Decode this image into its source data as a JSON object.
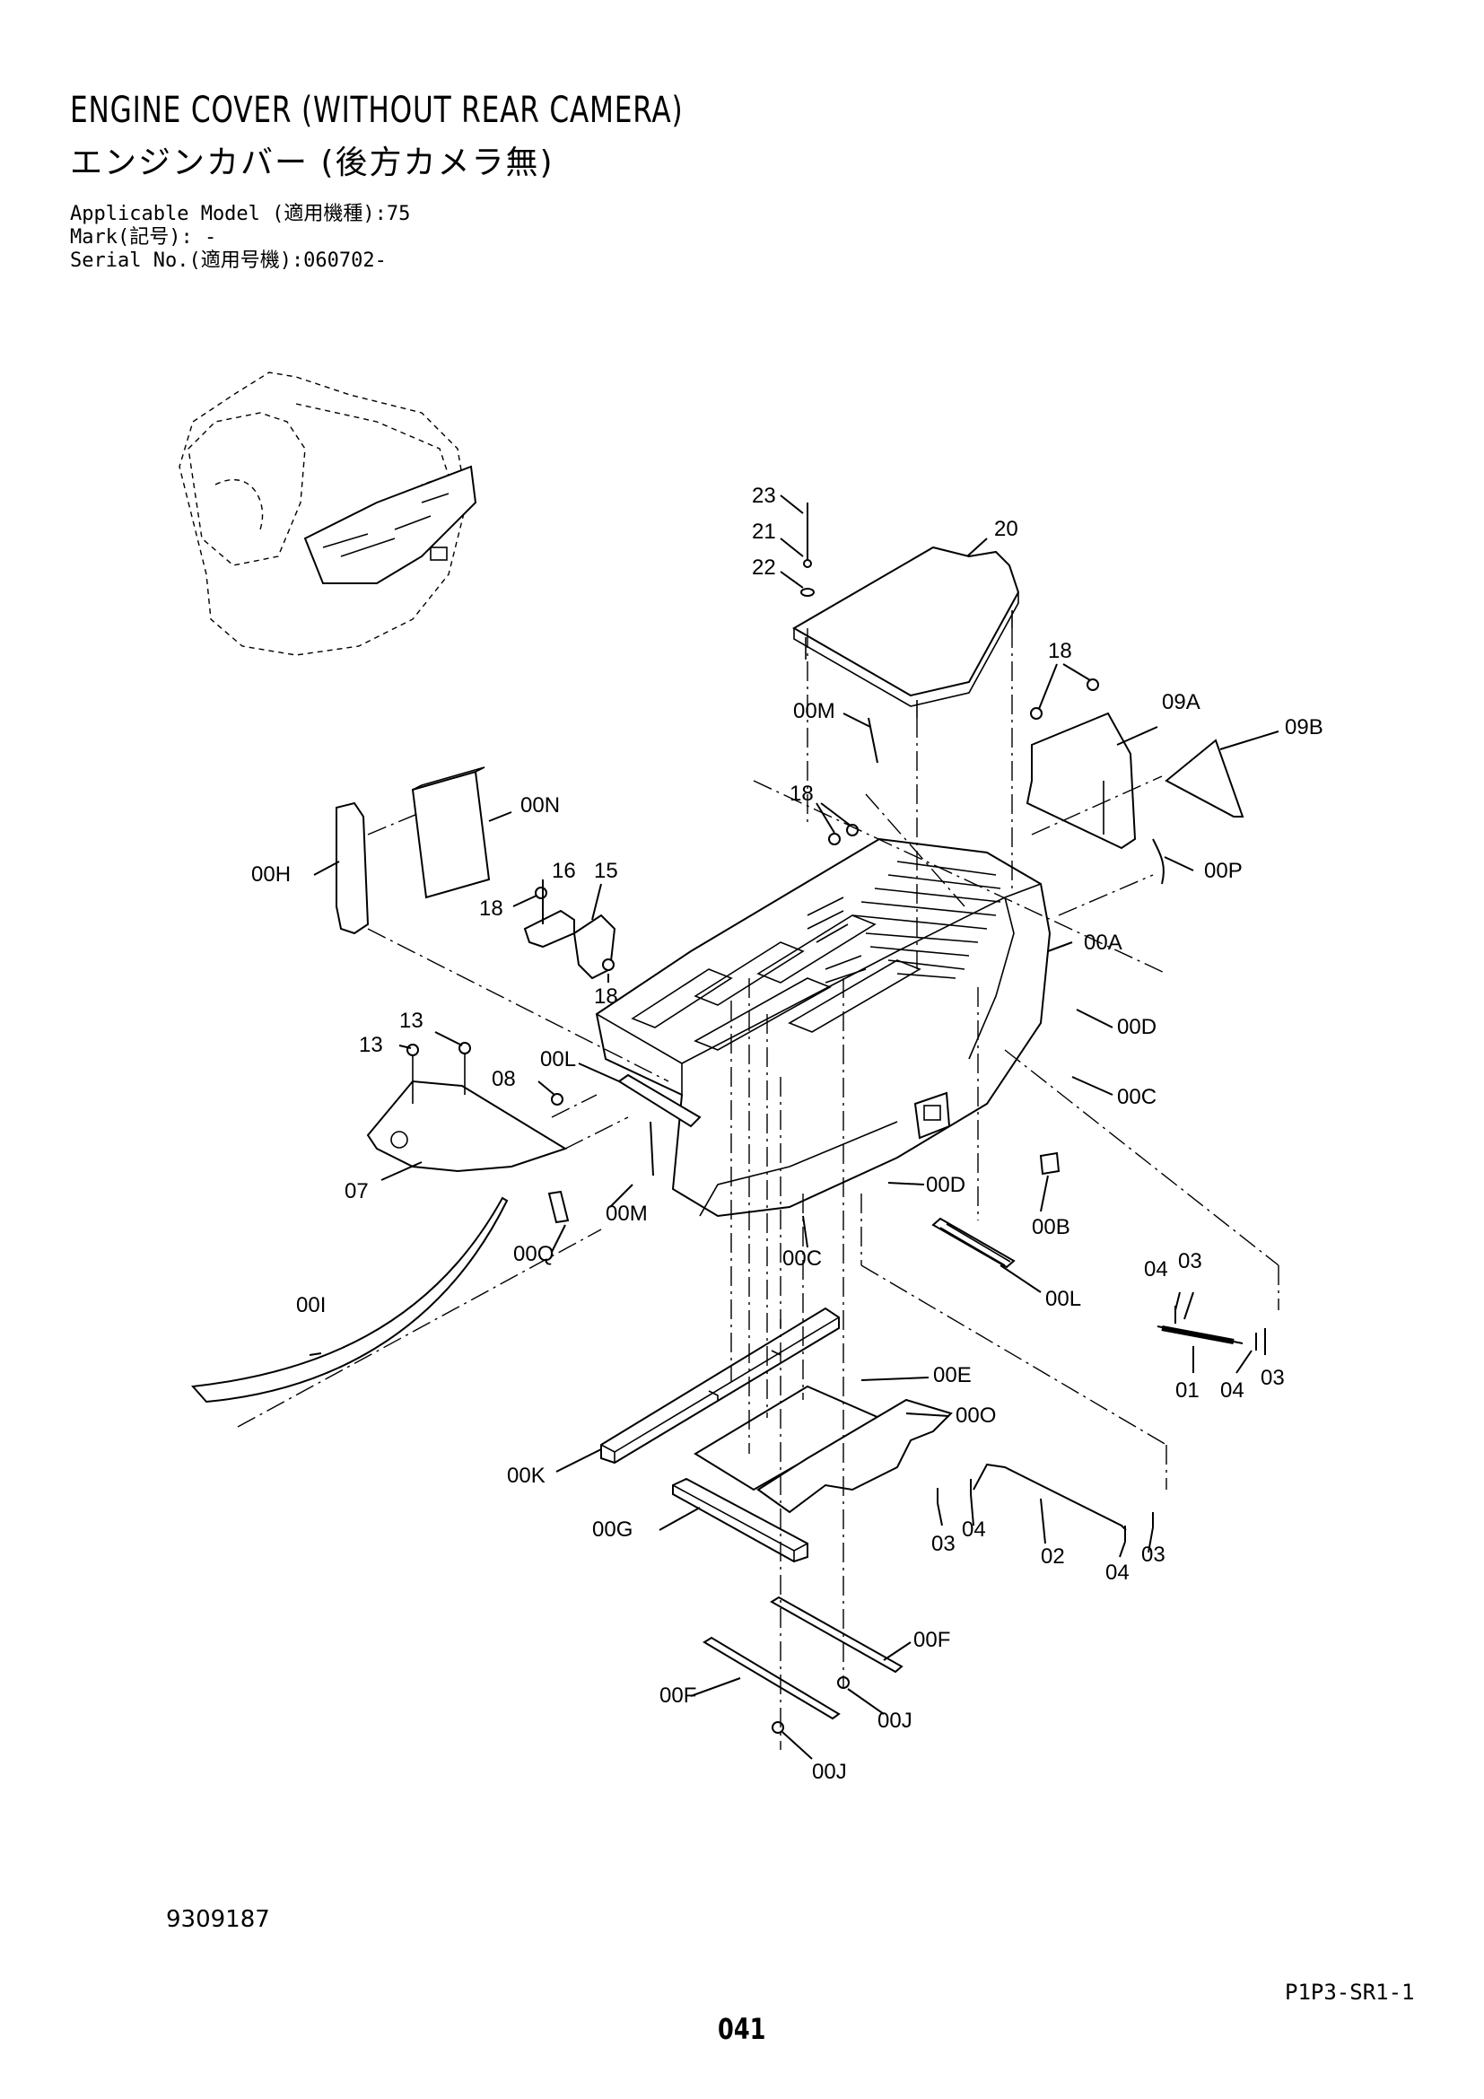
{
  "header": {
    "title_en": "ENGINE COVER (WITHOUT REAR CAMERA)",
    "title_ja": "エンジンカバー (後方カメラ無)",
    "applicable_model": "Applicable Model (適用機種):75",
    "mark": "Mark(記号): -",
    "serial_no": "Serial No.(適用号機):060702-"
  },
  "labels": {
    "l23": "23",
    "l21": "21",
    "l22": "22",
    "l20": "20",
    "l18a": "18",
    "l09A": "09A",
    "l09B": "09B",
    "l00Ma": "00M",
    "l18b": "18",
    "l00N": "00N",
    "l00H": "00H",
    "l16": "16",
    "l15": "15",
    "l18c": "18",
    "l00P": "00P",
    "l00A": "00A",
    "l18d": "18",
    "l13a": "13",
    "l13b": "13",
    "l00D1": "00D",
    "l00L1": "00L",
    "l08": "08",
    "l00C1": "00C",
    "l07": "07",
    "l00D2": "00D",
    "l00Mb": "00M",
    "l00Q": "00Q",
    "l00B": "00B",
    "l00C2": "00C",
    "l04a": "04",
    "l03a": "03",
    "l00I": "00I",
    "l00L2": "00L",
    "l01": "01",
    "l04b": "04",
    "l03b": "03",
    "l00E": "00E",
    "l00O": "00O",
    "l00K": "00K",
    "l03c": "03",
    "l04c": "04",
    "l00G": "00G",
    "l02": "02",
    "l04d": "04",
    "l03d": "03",
    "l00F1": "00F",
    "l00F2": "00F",
    "l00J1": "00J",
    "l00J2": "00J"
  },
  "footer": {
    "doc_number": "9309187",
    "page_code": "P1P3-SR1-1",
    "page_number": "041"
  }
}
